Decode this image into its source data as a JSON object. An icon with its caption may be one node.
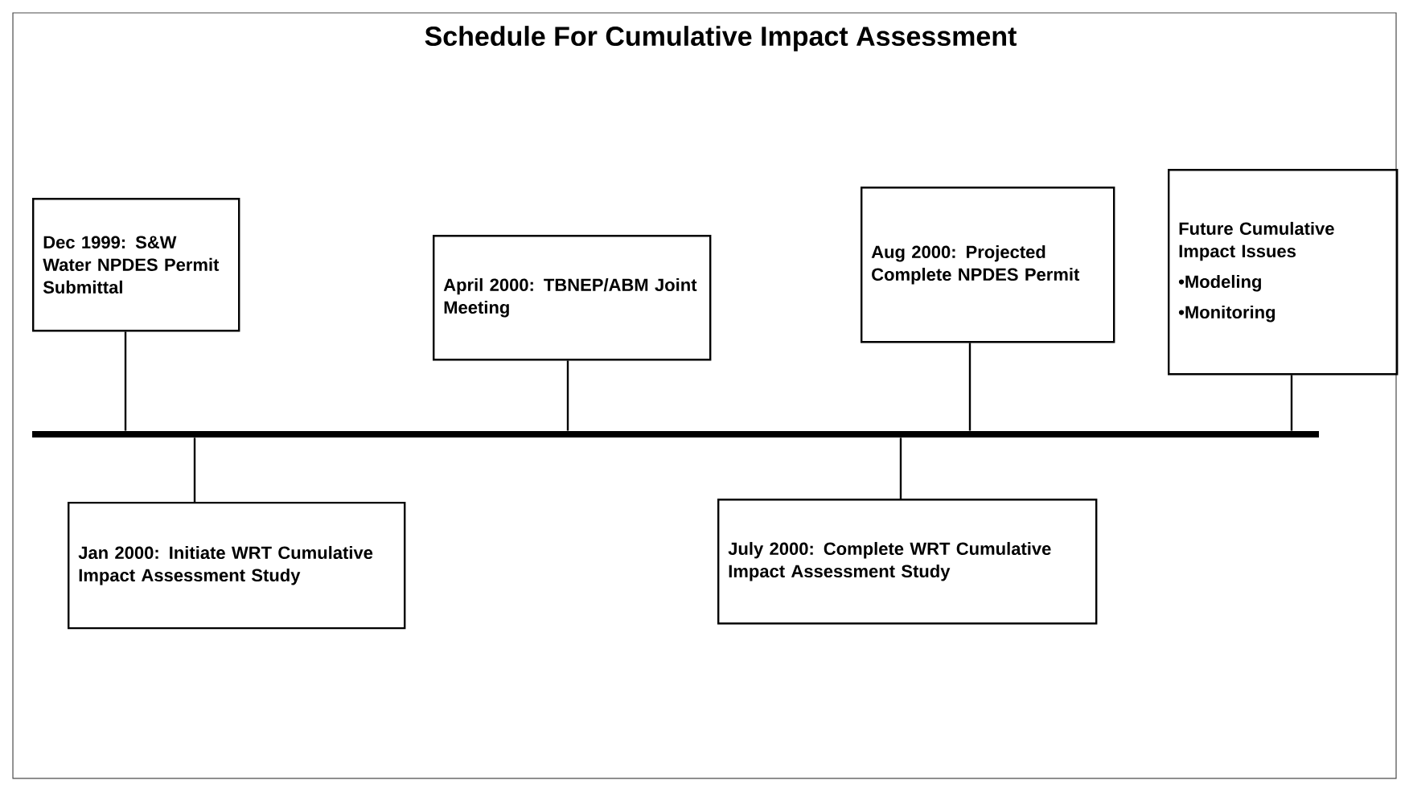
{
  "diagram": {
    "title": "Schedule For Cumulative Impact Assessment",
    "nodes": [
      {
        "text": [
          "Dec 1999: S&W Water NPDES Permit Submittal"
        ]
      },
      {
        "text": [
          "April 2000: TBNEP/ABM Joint Meeting"
        ]
      },
      {
        "text": [
          "Aug 2000: Projected Complete NPDES Permit"
        ]
      },
      {
        "text": [
          "Future Cumulative Impact Issues",
          "•Modeling",
          "•Monitoring"
        ]
      },
      {
        "text": [
          "Jan 2000: Initiate WRT Cumulative Impact Assessment Study"
        ]
      },
      {
        "text": [
          "July 2000: Complete WRT Cumulative Impact Assessment Study"
        ]
      },
      {
        "text": [],
        "shape": "bar"
      }
    ],
    "edges": [
      {
        "from": 0,
        "to": 6,
        "arrow": "none"
      },
      {
        "from": 1,
        "to": 6,
        "arrow": "none"
      },
      {
        "from": 2,
        "to": 6,
        "arrow": "none"
      },
      {
        "from": 3,
        "to": 6,
        "arrow": "none"
      },
      {
        "from": 4,
        "to": 6,
        "arrow": "none"
      },
      {
        "from": 5,
        "to": 6,
        "arrow": "none"
      }
    ]
  }
}
